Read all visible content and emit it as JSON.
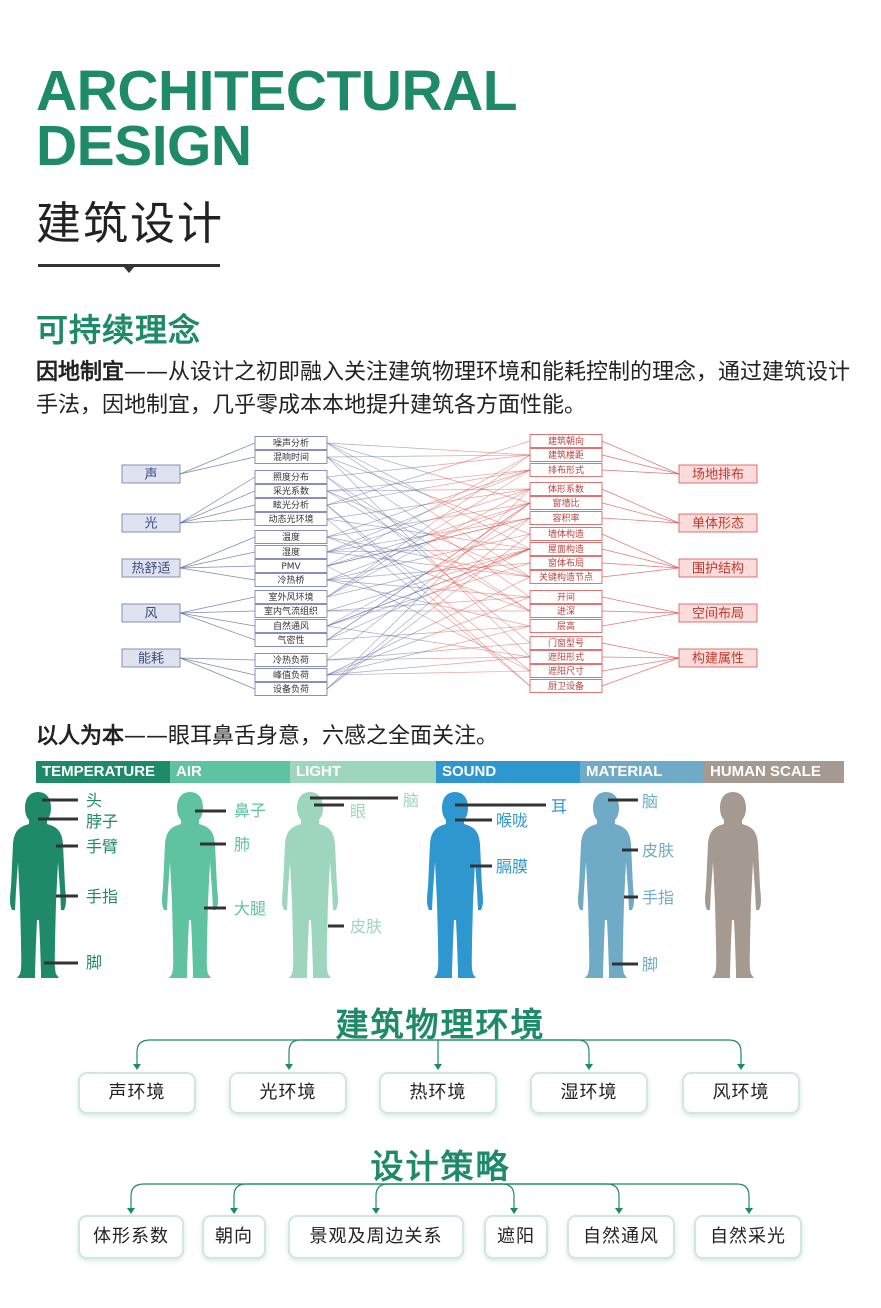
{
  "header": {
    "title_en_line1": "ARCHITECTURAL",
    "title_en_line2": "DESIGN",
    "title_cn": "建筑设计"
  },
  "sustainable": {
    "heading": "可持续理念",
    "para_bold": "因地制宜",
    "para_text": "——从设计之初即融入关注建筑物理环境和能耗控制的理念，通过建筑设计手法，因地制宜，几乎零成本本地提升建筑各方面性能。"
  },
  "network": {
    "left_categories": [
      "声",
      "光",
      "热舒适",
      "风",
      "能耗"
    ],
    "mid_left_items": [
      "噪声分析",
      "混响时间",
      "照度分布",
      "采光系数",
      "眩光分析",
      "动态光环境",
      "温度",
      "湿度",
      "PMV",
      "冷热桥",
      "室外风环境",
      "室内气流组织",
      "自然通风",
      "气密性",
      "冷热负荷",
      "峰值负荷",
      "设备负荷"
    ],
    "mid_right_items": [
      "建筑朝向",
      "建筑楼距",
      "排布形式",
      "体形系数",
      "窗墙比",
      "容积率",
      "墙体构造",
      "屋面构造",
      "窗体布局",
      "关键构造节点",
      "开间",
      "进深",
      "层高",
      "门窗型号",
      "遮阳形式",
      "遮阳尺寸",
      "厨卫设备"
    ],
    "right_categories": [
      "场地排布",
      "单体形态",
      "围护结构",
      "空间布局",
      "构建属性"
    ],
    "left_color": "#5d6aa0",
    "right_color": "#d9534f"
  },
  "people": {
    "para_bold": "以人为本",
    "para_text": "——眼耳鼻舌身意，六感之全面关注。",
    "senses": [
      {
        "label": "TEMPERATURE",
        "color": "#1e8a6a"
      },
      {
        "label": "AIR",
        "color": "#5fc2a0"
      },
      {
        "label": "LIGHT",
        "color": "#9dd6bd"
      },
      {
        "label": "SOUND",
        "color": "#2f97d0"
      },
      {
        "label": "MATERIAL",
        "color": "#6fabc6"
      },
      {
        "label": "HUMAN SCALE",
        "color": "#a49a92"
      }
    ],
    "figure_labels": [
      [
        "头",
        "脖子",
        "手臂",
        "手指",
        "脚"
      ],
      [
        "鼻子",
        "肺",
        "大腿"
      ],
      [
        "脑",
        "眼",
        "皮肤"
      ],
      [
        "耳",
        "喉咙",
        "膈膜"
      ],
      [
        "脑",
        "皮肤",
        "手指",
        "脚"
      ],
      []
    ]
  },
  "environment": {
    "heading": "建筑物理环境",
    "items": [
      "声环境",
      "光环境",
      "热环境",
      "湿环境",
      "风环境"
    ]
  },
  "strategy": {
    "heading": "设计策略",
    "items": [
      "体形系数",
      "朝向",
      "景观及周边关系",
      "遮阳",
      "自然通风",
      "自然采光"
    ]
  }
}
